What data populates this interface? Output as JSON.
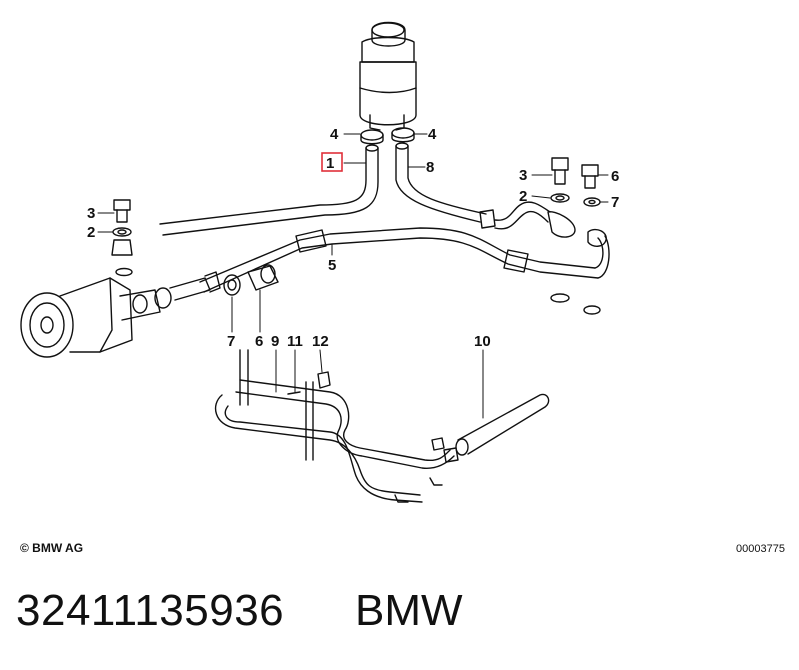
{
  "callouts": {
    "c1": "1",
    "c2a": "2",
    "c2b": "2",
    "c3a": "3",
    "c3b": "3",
    "c4a": "4",
    "c4b": "4",
    "c5": "5",
    "c6a": "6",
    "c6b": "6",
    "c7a": "7",
    "c7b": "7",
    "c8": "8",
    "c9": "9",
    "c10": "10",
    "c11": "11",
    "c12": "12"
  },
  "highlight_color": "#e0303a",
  "footer": {
    "copyright": "© BMW AG",
    "illustration_id": "00003775"
  },
  "caption": {
    "part_number": "32411135936",
    "brand": "BMW"
  }
}
